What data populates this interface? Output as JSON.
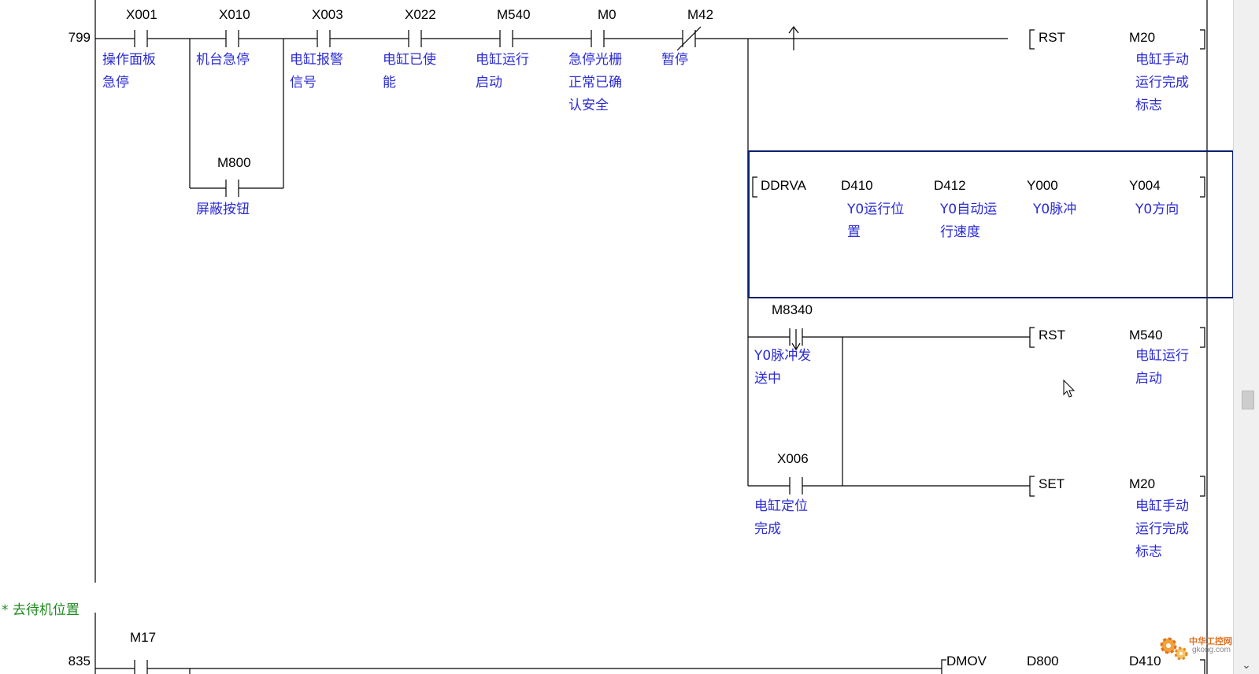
{
  "rung1": {
    "step": "799",
    "contacts": [
      {
        "device": "X001",
        "comment": "操作面板\n急停"
      },
      {
        "device": "X010",
        "comment": "机台急停"
      },
      {
        "device": "X003",
        "comment": "电缸报警\n信号"
      },
      {
        "device": "X022",
        "comment": "电缸已使\n能"
      },
      {
        "device": "M540",
        "comment": "电缸运行\n启动"
      },
      {
        "device": "M0",
        "comment": "急停光栅\n正常已确\n认安全"
      },
      {
        "device": "M42",
        "comment": "暂停"
      }
    ],
    "parallel_contact": {
      "device": "M800",
      "comment": "屏蔽按钮"
    },
    "rst1": {
      "instruction": "RST",
      "device": "M20",
      "comment": "电缸手动\n运行完成\n标志"
    },
    "ddrva": {
      "instruction": "DDRVA",
      "operands": [
        {
          "device": "D410",
          "comment": "Y0运行位\n置"
        },
        {
          "device": "D412",
          "comment": "Y0自动运\n行速度"
        },
        {
          "device": "Y000",
          "comment": "Y0脉冲"
        },
        {
          "device": "Y004",
          "comment": "Y0方向"
        }
      ]
    },
    "m8340": {
      "device": "M8340",
      "comment": "Y0脉冲发\n送中"
    },
    "rst2": {
      "instruction": "RST",
      "device": "M540",
      "comment": "电缸运行\n启动"
    },
    "x006": {
      "device": "X006",
      "comment": "电缸定位\n完成"
    },
    "set1": {
      "instruction": "SET",
      "device": "M20",
      "comment": "电缸手动\n运行完成\n标志"
    }
  },
  "section_note": "* 去待机位置",
  "rung2": {
    "step": "835",
    "contact": {
      "device": "M17"
    },
    "dmov": {
      "instruction": "DMOV",
      "src": "D800",
      "dst": "D410"
    }
  },
  "watermark": {
    "title": "中华工控网",
    "url": "gkong.com"
  },
  "colors": {
    "wire": "#000000",
    "comment": "#2b2bd4",
    "note": "#1e8a1e",
    "selection": "#0a1f6e"
  }
}
